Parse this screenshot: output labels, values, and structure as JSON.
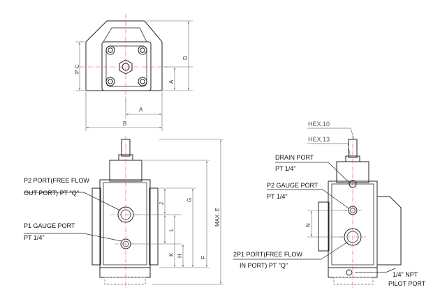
{
  "top_view": {
    "dims": {
      "a_bottom": "A",
      "b_bottom": "B",
      "c_left": "C",
      "p_left": "P",
      "a_right": "A",
      "d_right": "D"
    }
  },
  "front_view": {
    "callouts": {
      "p2_port_line1": "P2 PORT(FREE FLOW",
      "p2_port_line2": "OUT PORT) PT \"Q\"",
      "p1_gauge_line1": "P1 GAUGE PORT",
      "p1_gauge_line2": "PT 1/4\""
    },
    "dims": {
      "j": "J",
      "l": "L",
      "k": "K",
      "h": "H",
      "g": "G",
      "f": "F",
      "max_e": "MAX. E"
    }
  },
  "side_view": {
    "callouts": {
      "hex10": "HEX.10",
      "hex13": "HEX.13",
      "drain_line1": "DRAIN PORT",
      "drain_line2": "PT 1/4\"",
      "p2_gauge_line1": "P2 GAUGE PORT",
      "p2_gauge_line2": "PT 1/4\"",
      "p1_port_line1": "2P1 PORT(FREE FLOW",
      "p1_port_line2": "IN PORT) PT \"Q\"",
      "pilot_line1": "1/4\" NPT",
      "pilot_line2": "PILOT PORT"
    },
    "dims": {
      "n": "N"
    }
  },
  "colors": {
    "outline": "#222222",
    "centerline": "#e05050",
    "dimension": "#666666",
    "text": "#111111"
  }
}
